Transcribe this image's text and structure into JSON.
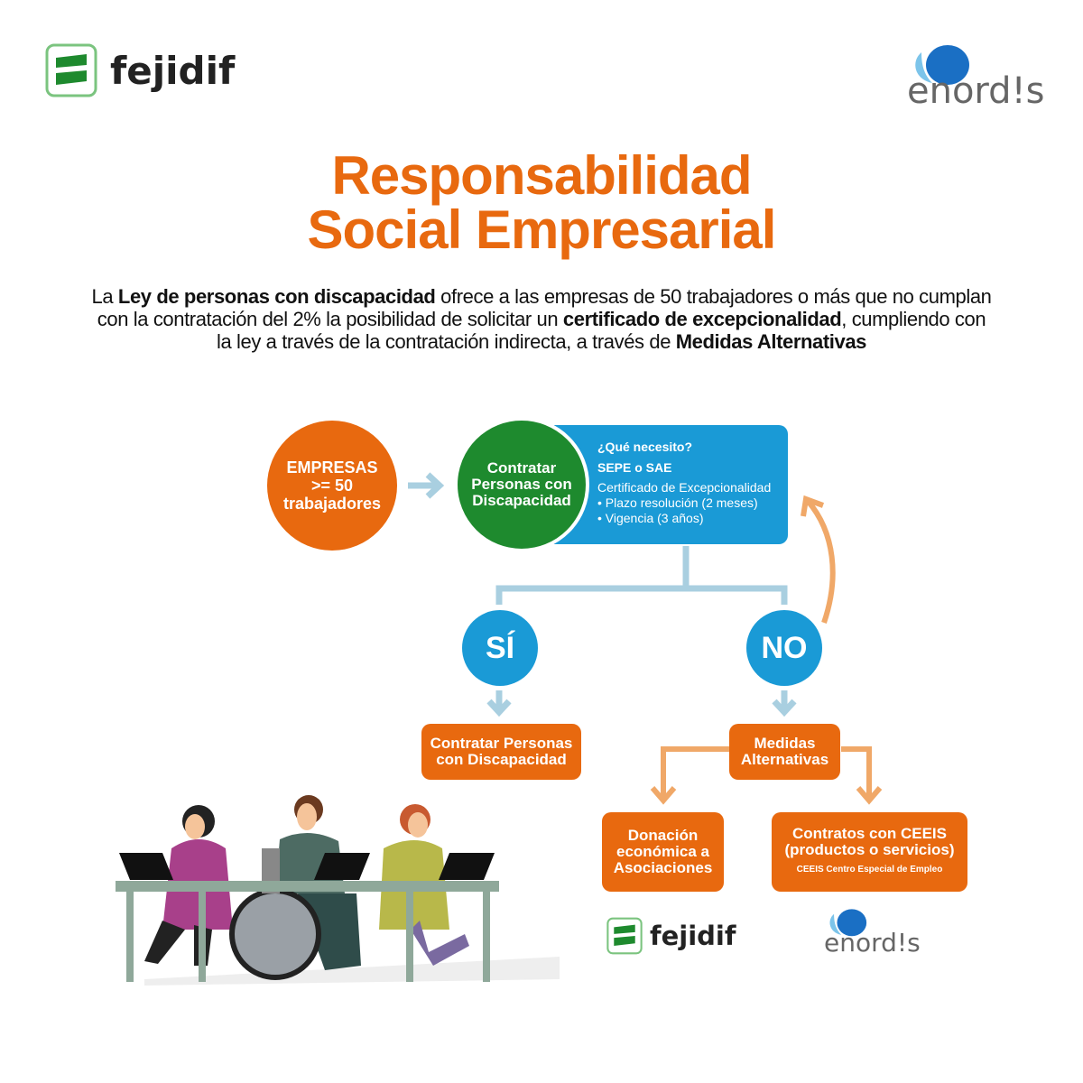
{
  "logos": {
    "fejidif": "fejidif",
    "enordis": "enord!s"
  },
  "title": {
    "line1": "Responsabilidad",
    "line2": "Social Empresarial"
  },
  "intro": {
    "p1": "La ",
    "b1": "Ley de personas con discapacidad",
    "p2": " ofrece a las empresas de 50 trabajadores o más que no cumplan con la contratación del 2% la posibilidad de solicitar un ",
    "b2": "certificado de excepcionalidad",
    "p3": ", cumpliendo con la ley a través de la contratación indirecta, a través de ",
    "b3": "Medidas Alternativas"
  },
  "flow": {
    "empresas": {
      "l1": "EMPRESAS",
      "l2": ">= 50",
      "l3": "trabajadores"
    },
    "contratar": {
      "l1": "Contratar",
      "l2": "Personas con",
      "l3": "Discapacidad"
    },
    "info": {
      "q": "¿Qué necesito?",
      "org": "SEPE o SAE",
      "cert": "Certificado de Excepcionalidad",
      "b1": "• Plazo resolución (2 meses)",
      "b2": "• Vigencia (3 años)"
    },
    "si": "SÍ",
    "no": "NO",
    "si_result": {
      "l1": "Contratar Personas",
      "l2": "con Discapacidad"
    },
    "medidas": {
      "l1": "Medidas",
      "l2": "Alternativas"
    },
    "donacion": {
      "l1": "Donación",
      "l2": "económica a",
      "l3": "Asociaciones"
    },
    "contratos": {
      "l1": "Contratos con CEEIS",
      "l2": "(productos o servicios)",
      "note": "CEEIS Centro Especial de Empleo"
    }
  },
  "colors": {
    "orange": "#e8690f",
    "green": "#1e8a2e",
    "blue": "#1a9ad6",
    "arrow_blue": "#a9cfe0",
    "arrow_orange": "#f0a868"
  }
}
